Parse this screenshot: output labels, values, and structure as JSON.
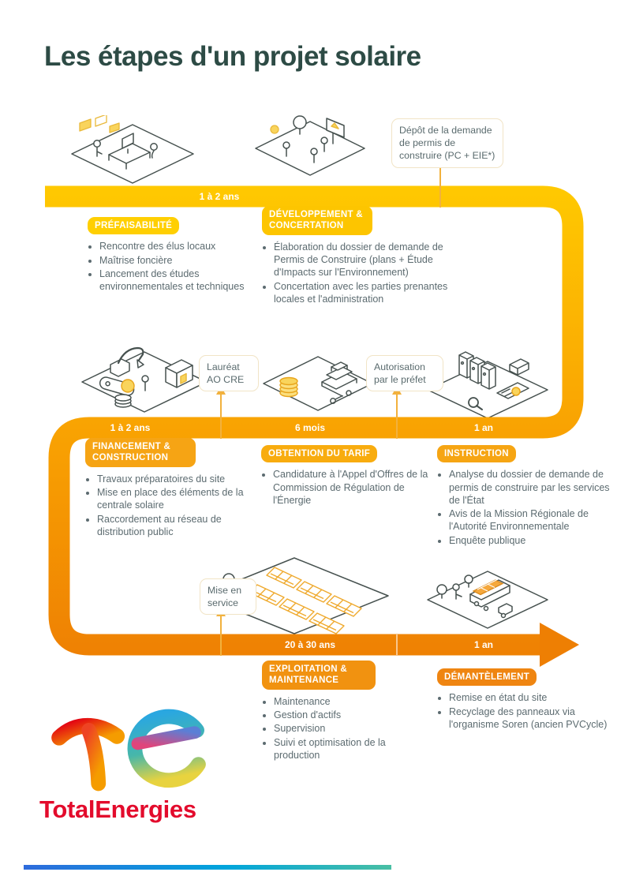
{
  "title": "Les étapes d'un projet solaire",
  "timeline": {
    "band1": [
      "1 à 2 ans"
    ],
    "band2": [
      "1 à 2 ans",
      "6 mois",
      "1 an"
    ],
    "band3": [
      "20 à 30 ans",
      "1 an"
    ]
  },
  "callouts": {
    "depot": "Dépôt de la demande de permis de construire (PC + EIE*)",
    "laureat": "Lauréat AO CRE",
    "autorisation": "Autorisation par le préfet",
    "mise_en_service": "Mise en service"
  },
  "stages": [
    {
      "name": "PRÉFAISABILITÉ",
      "color": "#FFCF02",
      "bullets": [
        "Rencontre des élus locaux",
        "Maîtrise foncière",
        "Lancement des études environnementales et techniques"
      ]
    },
    {
      "name": "DÉVELOPPEMENT & CONCERTATION",
      "color": "#FDC500",
      "bullets": [
        "Élaboration du dossier de demande de Permis de Construire (plans + Étude d'Impacts sur l'Environnement)",
        "Concertation avec les parties prenantes locales et l'administration"
      ]
    },
    {
      "name": "FINANCEMENT & CONSTRUCTION",
      "color": "#F6A414",
      "bullets": [
        "Travaux préparatoires du site",
        "Mise en place des éléments de la centrale solaire",
        "Raccordement au réseau de distribution public"
      ]
    },
    {
      "name": "OBTENTION DU TARIF",
      "color": "#F8AC0F",
      "bullets": [
        "Candidature à l'Appel d'Offres de la Commission de Régulation de l'Énergie"
      ]
    },
    {
      "name": "INSTRUCTION",
      "color": "#F6A513",
      "bullets": [
        "Analyse du dossier de demande de permis de construire par les services de l'État",
        "Avis de la Mission Régionale de l'Autorité Environnementale",
        "Enquête publique"
      ]
    },
    {
      "name": "EXPLOITATION & MAINTENANCE",
      "color": "#F19210",
      "bullets": [
        "Maintenance",
        "Gestion d'actifs",
        "Supervision",
        "Suivi et optimisation de la production"
      ]
    },
    {
      "name": "DÉMANTÈLEMENT",
      "color": "#EF8511",
      "bullets": [
        "Remise en état du site",
        "Recyclage des panneaux via l'organisme Soren (ancien PVCycle)"
      ]
    }
  ],
  "logo": {
    "wordmark": "TotalEnergies"
  },
  "colors": {
    "title_text": "#2D4B45",
    "body_text": "#5C6B70",
    "flow_yellow": "#FFC901",
    "flow_orange": "#EE7F03",
    "callout_border": "#F1E4C6",
    "arrow_amber": "#F2B13D",
    "logo_red": "#E30B2C"
  }
}
